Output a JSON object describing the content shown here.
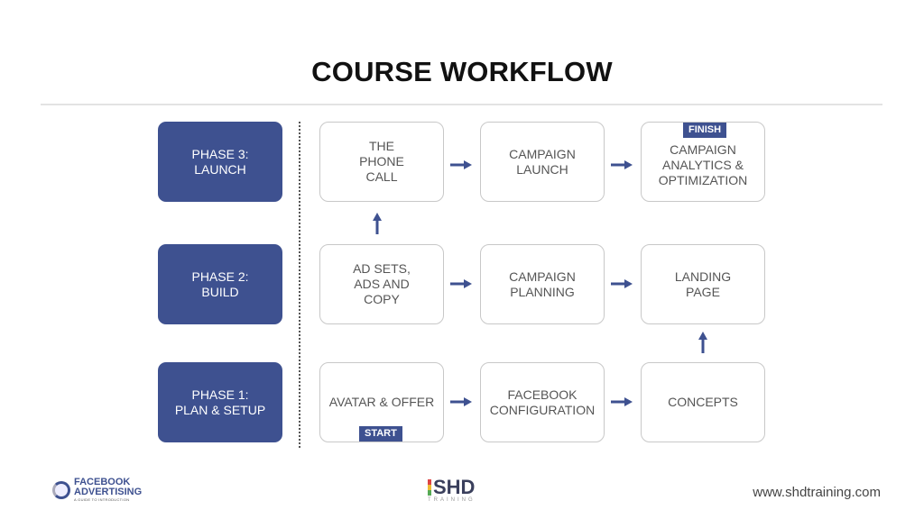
{
  "title": "COURSE WORKFLOW",
  "colors": {
    "phase": "#3e5190",
    "arrow": "#3e5190",
    "box_border": "#c8c8c8",
    "box_text": "#555555"
  },
  "phases": [
    {
      "label": "PHASE 3:\nLAUNCH"
    },
    {
      "label": "PHASE 2:\nBUILD"
    },
    {
      "label": "PHASE 1:\nPLAN & SETUP"
    }
  ],
  "steps": {
    "phone_call": "THE\nPHONE\nCALL",
    "campaign_launch": "CAMPAIGN\nLAUNCH",
    "analytics": "CAMPAIGN\nANALYTICS &\nOPTIMIZATION",
    "ad_sets": "AD SETS,\nADS AND\nCOPY",
    "campaign_planning": "CAMPAIGN\nPLANNING",
    "landing_page": "LANDING\nPAGE",
    "avatar_offer": "AVATAR & OFFER",
    "fb_config": "FACEBOOK\nCONFIGURATION",
    "concepts": "CONCEPTS"
  },
  "tags": {
    "start": "START",
    "finish": "FINISH"
  },
  "footer": {
    "fb_logo_line1": "FACEBOOK",
    "fb_logo_line2": "ADVERTISING",
    "fb_logo_sub": "A GUIDE TO INTRODUCTION",
    "shd_logo": "SHD",
    "shd_sub": "TRAINING",
    "url": "www.shdtraining.com"
  }
}
